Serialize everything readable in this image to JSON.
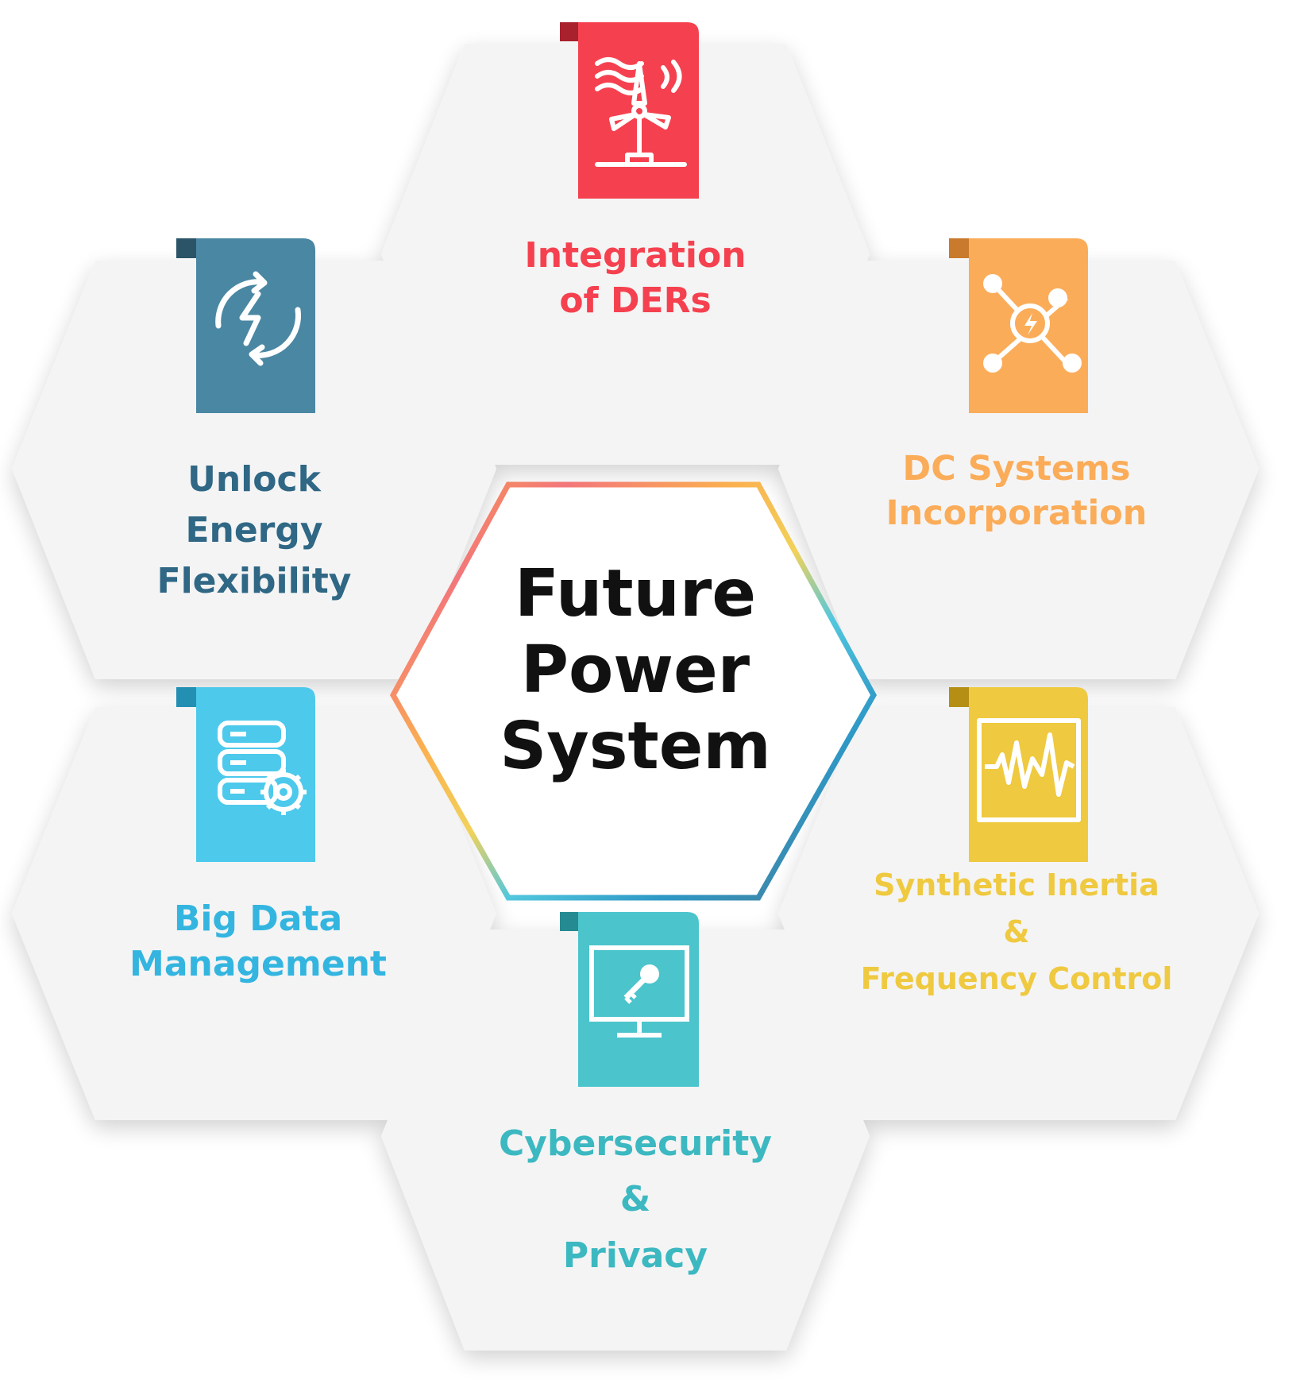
{
  "center": {
    "lines": [
      "Future",
      "Power",
      "System"
    ]
  },
  "nodes": [
    {
      "id": "integration-ders",
      "lines": [
        "Integration",
        "of DERs"
      ],
      "icon": "wind-turbine-icon",
      "color": "#f5414f",
      "fold_color": "#a8212c"
    },
    {
      "id": "dc-systems",
      "lines": [
        "DC Systems",
        "Incorporation"
      ],
      "icon": "network-hub-icon",
      "color": "#fbac59",
      "fold_color": "#c97a2c"
    },
    {
      "id": "synthetic-inertia",
      "lines": [
        "Synthetic Inertia",
        "&",
        "Frequency Control"
      ],
      "icon": "waveform-monitor-icon",
      "color": "#efc93f",
      "fold_color": "#b58f13"
    },
    {
      "id": "cybersecurity",
      "lines": [
        "Cybersecurity",
        "&",
        "Privacy"
      ],
      "icon": "monitor-key-icon",
      "color": "#4bc4cc",
      "fold_color": "#268a92"
    },
    {
      "id": "big-data",
      "lines": [
        "Big Data",
        "Management"
      ],
      "icon": "server-gear-icon",
      "color": "#4dc9ec",
      "fold_color": "#228fb3"
    },
    {
      "id": "energy-flexibility",
      "lines": [
        "Unlock",
        "Energy",
        "Flexibility"
      ],
      "icon": "energy-cycle-icon",
      "color": "#4a87a3",
      "fold_color": "#2b5468"
    }
  ],
  "center_gradient": [
    "#f7a641",
    "#f3767b",
    "#fbb04f",
    "#f1d25a",
    "#52c7de",
    "#2e98c6",
    "#5dd0e6",
    "#4a7a93",
    "#f2a741"
  ]
}
